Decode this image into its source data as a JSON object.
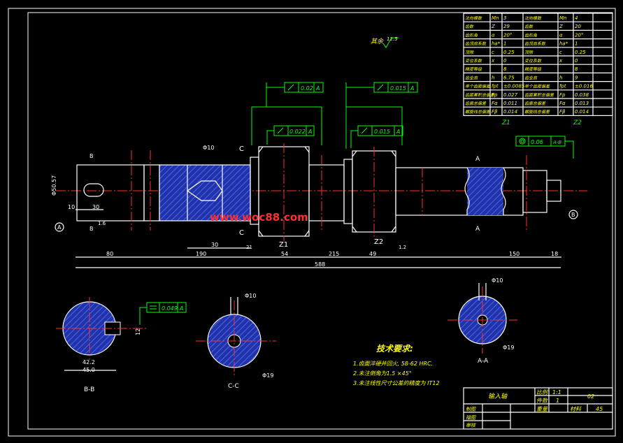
{
  "gear_table": {
    "rows": [
      [
        "法向模数",
        "Mn",
        "3",
        "法向模数",
        "Mn",
        "4"
      ],
      [
        "齿数",
        "Z",
        "29",
        "齿数",
        "Z",
        "20"
      ],
      [
        "齿形角",
        "α",
        "20°",
        "齿形角",
        "α",
        "20°"
      ],
      [
        "齿顶高系数",
        "ha*",
        "1",
        "齿顶高系数",
        "ha*",
        "1"
      ],
      [
        "顶隙",
        "c",
        "0.25",
        "顶隙",
        "c",
        "0.25"
      ],
      [
        "变位系数",
        "x",
        "0",
        "变位系数",
        "x",
        "0"
      ],
      [
        "精度等级",
        "",
        "8",
        "精度等级",
        "",
        "8"
      ],
      [
        "齿全高",
        "h",
        "6.75",
        "齿全高",
        "h",
        "9"
      ],
      [
        "单个齿距偏差",
        "fpt",
        "±0.0085",
        "单个齿距偏差",
        "fpt",
        "±0.016"
      ],
      [
        "齿距累积总偏差",
        "Fp",
        "0.027",
        "齿距累积总偏差",
        "Fp",
        "0.038"
      ],
      [
        "齿廓总偏差",
        "Fα",
        "0.011",
        "齿廓总偏差",
        "Fα",
        "0.013"
      ],
      [
        "螺旋线总偏差",
        "Fβ",
        "0.014",
        "螺旋线总偏差",
        "Fβ",
        "0.014"
      ]
    ],
    "col_labels": [
      "Z1",
      "Z2"
    ]
  },
  "roughness_note": "其余",
  "roughness_value": "12.5",
  "watermark": "www.woc88.com",
  "tolerances": {
    "t1": "0.02",
    "t1_ref": "A",
    "t2": "0.015",
    "t2_ref": "A",
    "t3": "0.022",
    "t3_ref": "A",
    "t4": "0.015",
    "t4_ref": "A",
    "t5": "0.06",
    "t5_ref": "A-B",
    "t6": "0.049",
    "t6_ref": "A"
  },
  "labels": {
    "c_top": "C",
    "c_bot": "C",
    "b_top": "B",
    "b_bot": "B",
    "a_top": "A",
    "a_bot": "A",
    "datum_a": "A",
    "datum_b": "B",
    "z1": "Z1",
    "z2": "Z2",
    "sec_bb": "B-B",
    "sec_cc": "C-C",
    "sec_aa": "A-A"
  },
  "dims": {
    "d_left": "Φ50.57",
    "d10": "10",
    "d30": "30",
    "d80": "80",
    "d190": "190",
    "d30b": "30",
    "d54": "54",
    "d215": "215",
    "d49": "49",
    "d150": "150",
    "d18": "18",
    "d_total": "588",
    "phi10_top": "Φ10",
    "ra16": "1.6",
    "d21": "21",
    "d12": "1.2"
  },
  "sections": {
    "bb_d1": "42.2",
    "bb_d2": "45.0",
    "bb_w": "12",
    "cc_top": "Φ10",
    "cc_side": "Φ19",
    "aa_top": "Φ10",
    "aa_side": "Φ19"
  },
  "notes": {
    "heading": "技术要求:",
    "n1": "1.齿面淬硬并回火, 58-62  HRC.",
    "n2": "2.未注倒角为1.5  ×45°",
    "n3": "3.未注线性尺寸公差的精度为      IT12"
  },
  "title_block": {
    "part_name": "输入轴",
    "scale_label": "比例",
    "scale_value": "1:1",
    "qty_label": "件数",
    "qty_value": "1",
    "weight_label": "重量",
    "material_label": "材料",
    "material_value": "45",
    "drawing_no": "02",
    "design_label": "制图",
    "check_label": "描图",
    "review_label": "审核"
  }
}
